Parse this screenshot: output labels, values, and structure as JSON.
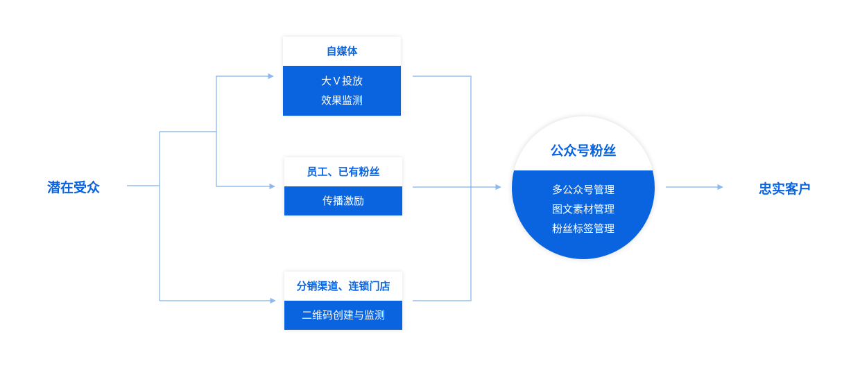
{
  "source": {
    "label": "潜在受众"
  },
  "target": {
    "label": "忠实客户"
  },
  "channels": [
    {
      "title": "自媒体",
      "lines": [
        "大Ｖ投放",
        "效果监测"
      ]
    },
    {
      "title": "员工、已有粉丝",
      "lines": [
        "传播激励"
      ]
    },
    {
      "title": "分销渠道、连锁门店",
      "lines": [
        "二维码创建与监测"
      ]
    }
  ],
  "hub": {
    "title": "公众号粉丝",
    "lines": [
      "多公众号管理",
      "图文素材管理",
      "粉丝标签管理"
    ]
  },
  "colors": {
    "accent": "#0a64e0",
    "connector": "#7fb0ec",
    "arrow": "#8fb8ee"
  }
}
